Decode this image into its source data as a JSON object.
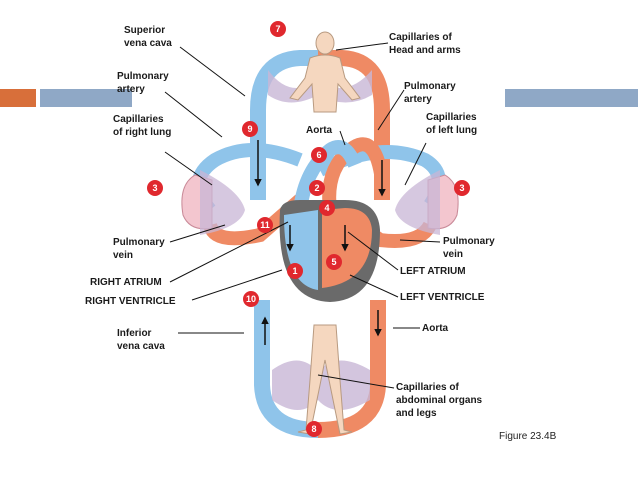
{
  "labels": {
    "superior_vena_cava": "Superior\nvena cava",
    "pulmonary_artery_left": "Pulmonary\nartery",
    "capillaries_right_lung": "Capillaries\nof right lung",
    "pulmonary_vein_left": "Pulmonary\nvein",
    "right_atrium": "RIGHT ATRIUM",
    "right_ventricle": "RIGHT VENTRICLE",
    "inferior_vena_cava": "Inferior\nvena cava",
    "capillaries_head_arms": "Capillaries of\nHead and arms",
    "pulmonary_artery_right": "Pulmonary\nartery",
    "capillaries_left_lung": "Capillaries\nof left lung",
    "aorta_top": "Aorta",
    "pulmonary_vein_right": "Pulmonary\nvein",
    "left_atrium": "LEFT ATRIUM",
    "left_ventricle": "LEFT VENTRICLE",
    "aorta_bottom": "Aorta",
    "capillaries_abdominal": "Capillaries of\nabdominal organs\nand legs"
  },
  "numbers": [
    "7",
    "9",
    "6",
    "3",
    "2",
    "3",
    "4",
    "11",
    "1",
    "5",
    "10",
    "8"
  ],
  "caption": "Figure 23.4B",
  "colors": {
    "oxygen_poor": "#8fc4ea",
    "oxygen_rich": "#ef8a64",
    "badge": "#e0282e"
  }
}
